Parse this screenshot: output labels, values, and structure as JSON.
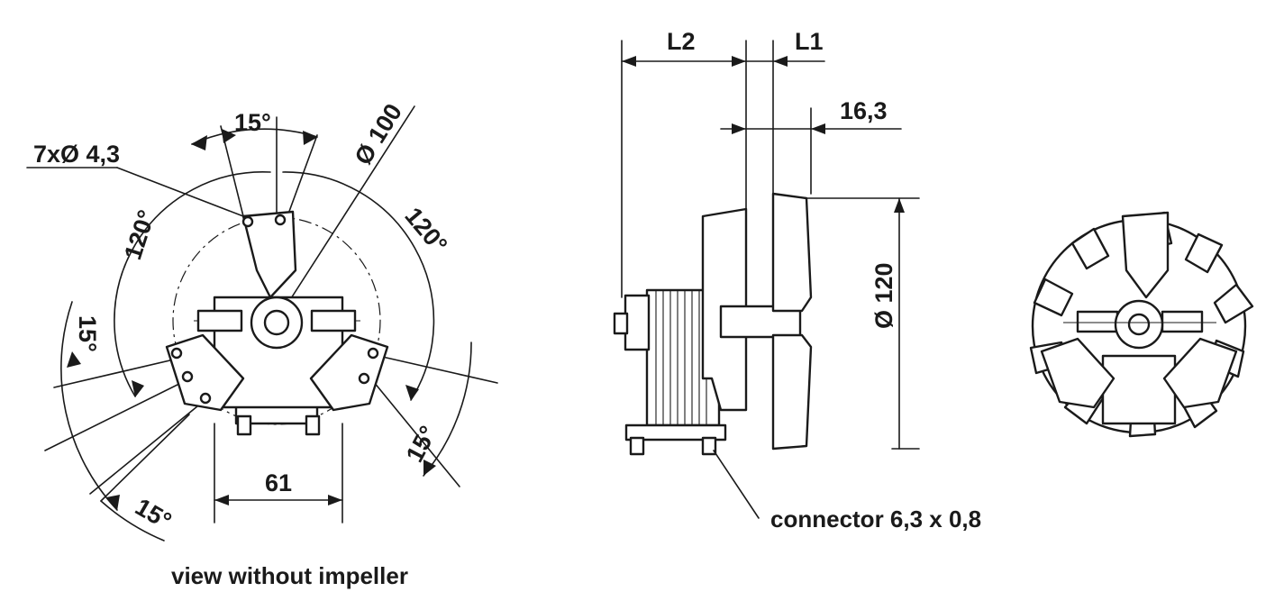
{
  "front_view": {
    "caption": "view without impeller",
    "labels": {
      "angle_15_top": "15°",
      "holes": "7xØ 4,3",
      "diameter_100": "Ø 100",
      "angle_120_left": "120°",
      "angle_120_right": "120°",
      "angle_15_left": "15°",
      "angle_15_bottom_left": "15°",
      "angle_15_bottom_right": "15°",
      "width_61": "61"
    }
  },
  "side_view": {
    "labels": {
      "l2": "L2",
      "l1": "L1",
      "dim_16_3": "16,3",
      "diameter_120": "Ø 120",
      "connector": "connector 6,3 x 0,8"
    }
  },
  "colors": {
    "line": "#1a1a1a",
    "background": "#ffffff"
  }
}
